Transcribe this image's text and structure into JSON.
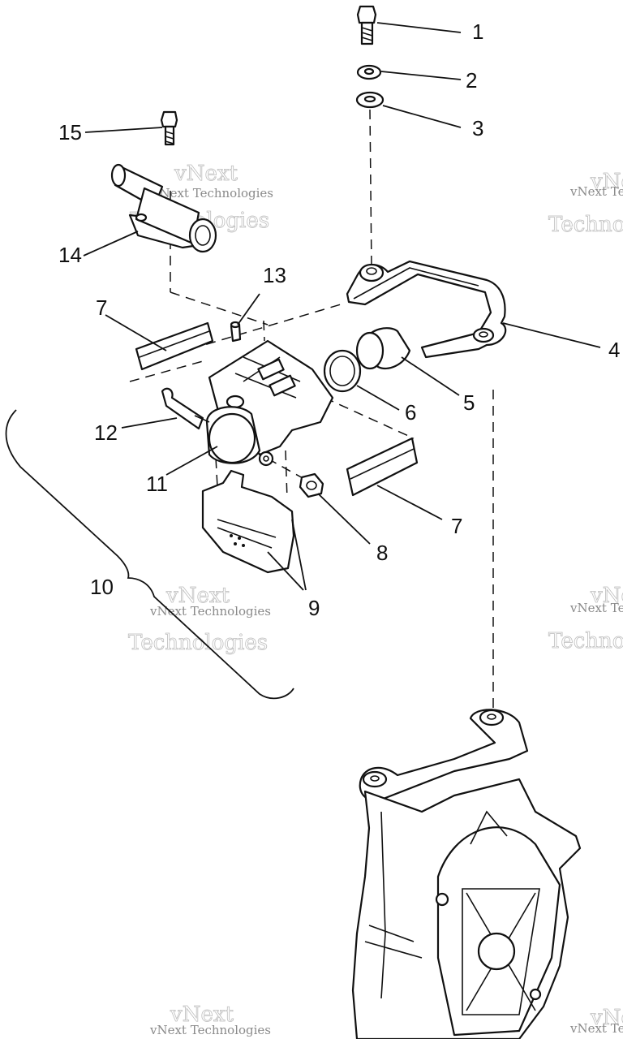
{
  "diagram": {
    "labels": [
      "1",
      "2",
      "3",
      "4",
      "5",
      "6",
      "7",
      "7",
      "8",
      "9",
      "10",
      "11",
      "12",
      "13",
      "14",
      "15"
    ]
  },
  "watermark": {
    "line1": "vNext",
    "line2": "vNext Technologies",
    "line3": "Technologies"
  }
}
